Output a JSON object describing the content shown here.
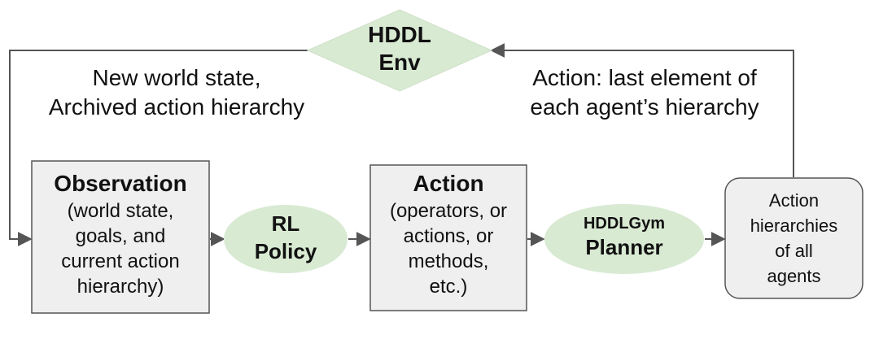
{
  "colors": {
    "box_fill": "#efefef",
    "box_stroke": "#555555",
    "ellipse_fill": "#d9ead3",
    "arrow": "#555555",
    "text": "#111111"
  },
  "env": {
    "line1": "HDDL",
    "line2": "Env"
  },
  "feedback_left": {
    "line1": "New world state,",
    "line2": "Archived action hierarchy"
  },
  "feedback_right": {
    "line1": "Action: last element of",
    "line2": "each agent’s hierarchy"
  },
  "observation": {
    "title": "Observation",
    "lines": [
      "(world state,",
      "goals, and",
      "current action",
      "hierarchy)"
    ]
  },
  "policy": {
    "line1": "RL",
    "line2": "Policy"
  },
  "action": {
    "title": "Action",
    "lines": [
      "(operators, or",
      "actions, or",
      "methods,",
      "etc.)"
    ]
  },
  "planner": {
    "line1": "HDDLGym",
    "line2": "Planner"
  },
  "hierarchies": {
    "lines": [
      "Action",
      "hierarchies",
      "of all",
      "agents"
    ]
  }
}
